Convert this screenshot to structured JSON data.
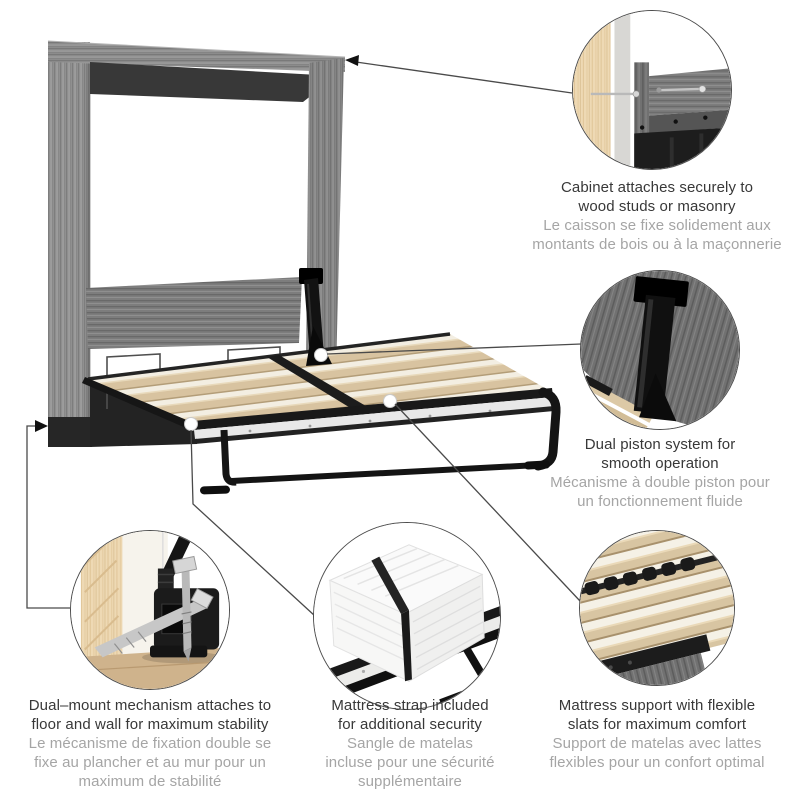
{
  "page": {
    "type": "product-feature-infographic",
    "subject": "Murphy wall bed shown open with slatted bed frame",
    "background": "#ffffff"
  },
  "colors": {
    "text_primary": "#383838",
    "text_secondary": "#a5a5a5",
    "leader_line": "#4a4a4a",
    "cabinet_gray": "#929292",
    "headboard_gray": "#7f7f7f",
    "slat_wood": "#d8c3a0",
    "stud_wood": "#eed9b4",
    "floor_wood": "#cfb38c",
    "frame_black": "#141414"
  },
  "callouts": [
    {
      "id": "cabinet-attachment",
      "en": "Cabinet attaches securely to\nwood studs or masonry",
      "fr": "Le caisson se fixe solidement aux\nmontants de bois ou à la maçonnerie"
    },
    {
      "id": "dual-piston",
      "en": "Dual piston system for\nsmooth operation",
      "fr": "Mécanisme à double piston pour\nun fonctionnement fluide"
    },
    {
      "id": "mattress-support",
      "en": "Mattress support with flexible\nslats for maximum comfort",
      "fr": "Support de matelas avec lattes\nflexibles pour un confort optimal"
    },
    {
      "id": "dual-mount",
      "en": "Dual–mount mechanism attaches to\nfloor and wall for maximum stability",
      "fr": "Le mécanisme de fixation double se\nfixe au plancher et au mur pour un\nmaximum de stabilité"
    },
    {
      "id": "mattress-strap",
      "en": "Mattress strap included\nfor additional security",
      "fr": "Sangle de matelas\nincluse pour une sécurité\nsupplémentaire"
    }
  ]
}
